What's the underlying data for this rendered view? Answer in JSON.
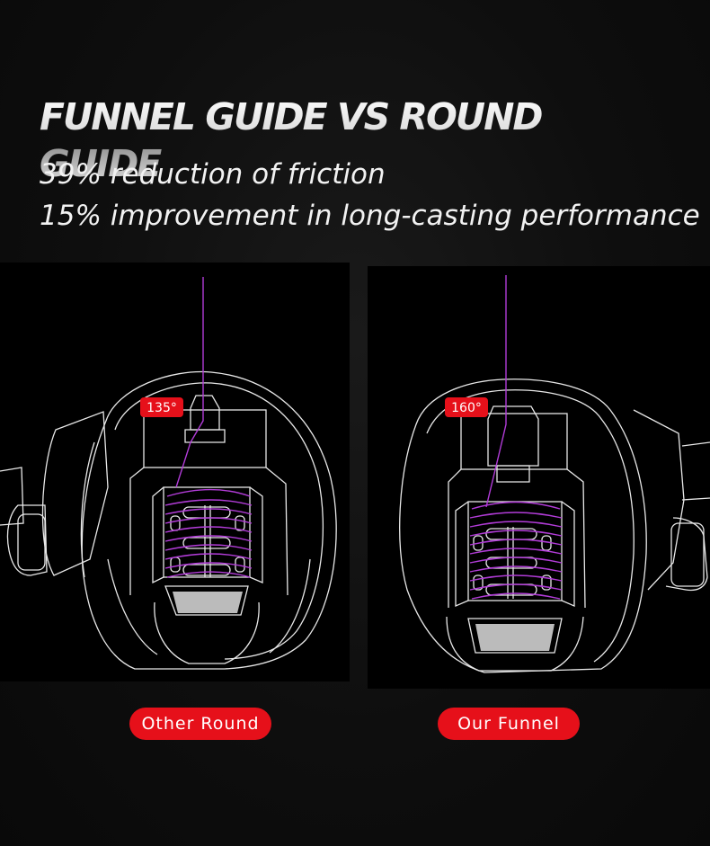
{
  "headline": "FUNNEL GUIDE VS ROUND GUIDE",
  "benefits": [
    "39% reduction of friction",
    "15% improvement in long-casting performance"
  ],
  "comparison": {
    "left": {
      "angle": "135°",
      "label": "Other Round"
    },
    "right": {
      "angle": "160°",
      "label": "Our Funnel"
    }
  },
  "colors": {
    "accent_red": "#e6101a",
    "line_purple": "#b23cd8",
    "background": "#0e0e0e"
  }
}
